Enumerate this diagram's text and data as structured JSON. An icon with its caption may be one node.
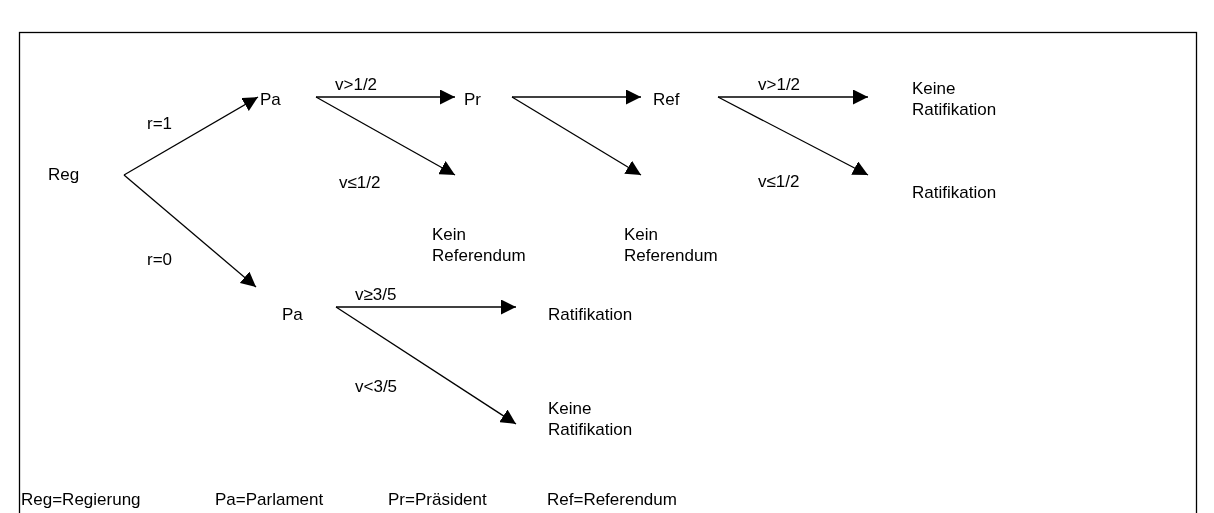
{
  "diagram": {
    "nodes": [
      {
        "text": [
          "Reg"
        ]
      },
      {
        "text": [
          "Pa"
        ]
      },
      {
        "text": [
          "Pr"
        ]
      },
      {
        "text": [
          "Ref"
        ]
      },
      {
        "text": [
          "Keine Ratifikation"
        ]
      },
      {
        "text": [
          "Kein Referendum"
        ]
      },
      {
        "text": [
          "Kein Referendum"
        ]
      },
      {
        "text": [
          "Ratifikation"
        ]
      },
      {
        "text": [
          "Pa"
        ]
      },
      {
        "text": [
          "Ratifikation"
        ]
      },
      {
        "text": [
          "Keine Ratifikation"
        ]
      }
    ],
    "edges": [
      {
        "from": 0,
        "to": 1,
        "arrow": "to",
        "label": "r=1"
      },
      {
        "from": 0,
        "to": 8,
        "arrow": "to",
        "label": "r=0"
      },
      {
        "from": 1,
        "to": 2,
        "arrow": "to",
        "label": "v>1/2"
      },
      {
        "from": 1,
        "to": 5,
        "arrow": "to",
        "label": "v≤1/2"
      },
      {
        "from": 2,
        "to": 3,
        "arrow": "to"
      },
      {
        "from": 2,
        "to": 6,
        "arrow": "to"
      },
      {
        "from": 3,
        "to": 4,
        "arrow": "to",
        "label": "v>1/2"
      },
      {
        "from": 3,
        "to": 7,
        "arrow": "to",
        "label": "v≤1/2"
      },
      {
        "from": 8,
        "to": 9,
        "arrow": "to",
        "label": "v≥3/5"
      },
      {
        "from": 8,
        "to": 10,
        "arrow": "to",
        "label": "v<3/5"
      }
    ],
    "labels": [
      "Reg=Regierung",
      "Pa=Parlament",
      "Pr=Präsident",
      "Ref=Referendum"
    ]
  }
}
